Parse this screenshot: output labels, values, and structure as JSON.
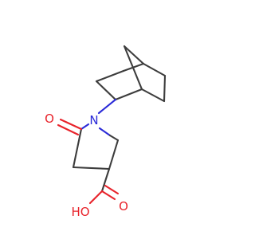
{
  "molecule": {
    "atoms": {
      "nitrogen": "N",
      "ketone_oxygen": "O",
      "acid_carbonyl_oxygen": "O",
      "hydroxyl": "HO"
    },
    "colors": {
      "bond": "#3d3d3d",
      "nitrogen": "#2a2ad8",
      "oxygen": "#e8232b",
      "background": "#ffffff"
    }
  }
}
